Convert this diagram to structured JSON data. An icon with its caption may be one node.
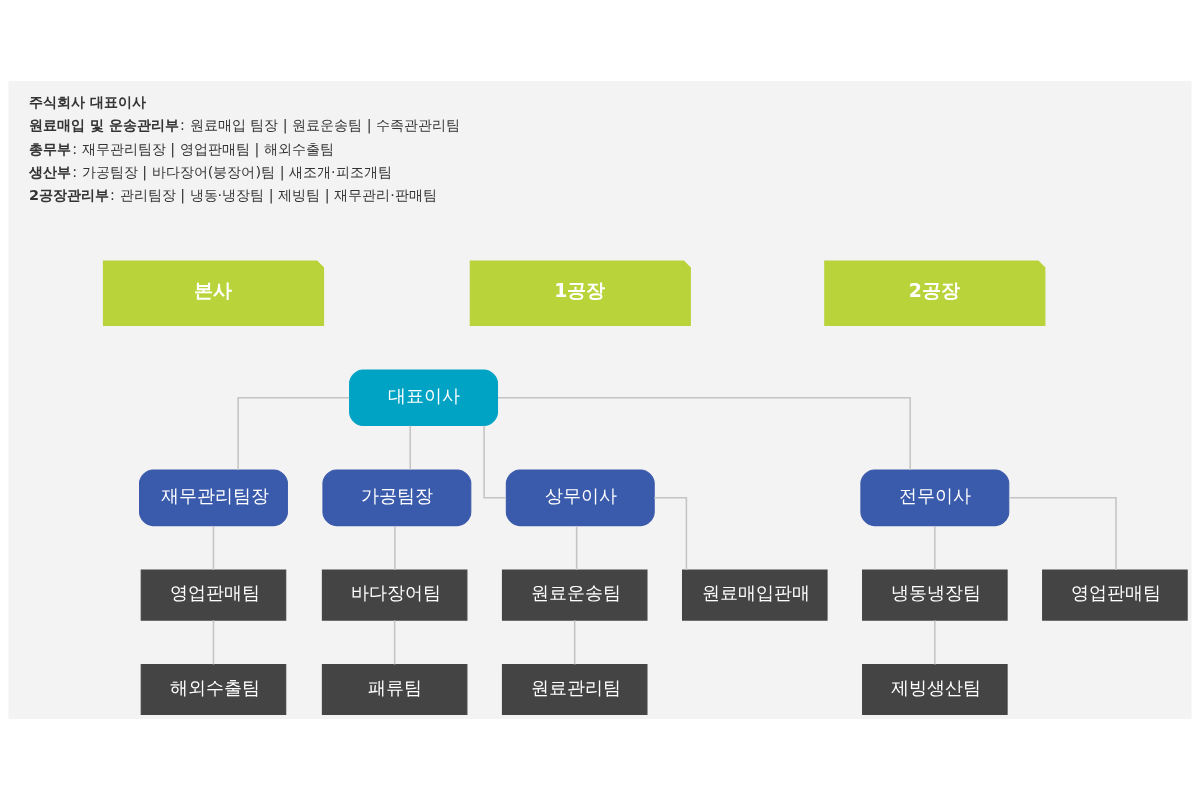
{
  "diagram": {
    "nodes": [
      {
        "text": [
          "본사"
        ]
      },
      {
        "text": [
          "1공장"
        ]
      },
      {
        "text": [
          "2공장"
        ]
      },
      {
        "text": [
          "대표이사"
        ]
      },
      {
        "text": [
          "재무관리팀장"
        ]
      },
      {
        "text": [
          "가공팀장"
        ]
      },
      {
        "text": [
          "상무이사"
        ]
      },
      {
        "text": [
          "전무이사"
        ]
      },
      {
        "text": [
          "영업판매팀"
        ]
      },
      {
        "text": [
          "바다장어팀"
        ]
      },
      {
        "text": [
          "원료운송팀"
        ]
      },
      {
        "text": [
          "원료매입판매"
        ]
      },
      {
        "text": [
          "냉동냉장팀"
        ]
      },
      {
        "text": [
          "영업판매팀"
        ]
      },
      {
        "text": [
          "해외수출팀"
        ]
      },
      {
        "text": [
          "패류팀"
        ]
      },
      {
        "text": [
          "원료관리팀"
        ]
      },
      {
        "text": [
          "제빙생산팀"
        ]
      }
    ],
    "edges": [
      {
        "from": 3,
        "to": 4,
        "arrow": "none"
      },
      {
        "from": 3,
        "to": 5,
        "arrow": "none"
      },
      {
        "from": 3,
        "to": 6,
        "arrow": "none"
      },
      {
        "from": 3,
        "to": 7,
        "arrow": "none"
      },
      {
        "from": 4,
        "to": 8,
        "arrow": "none"
      },
      {
        "from": 8,
        "to": 14,
        "arrow": "none"
      },
      {
        "from": 5,
        "to": 9,
        "arrow": "none"
      },
      {
        "from": 9,
        "to": 15,
        "arrow": "none"
      },
      {
        "from": 6,
        "to": 10,
        "arrow": "none"
      },
      {
        "from": 6,
        "to": 11,
        "arrow": "none"
      },
      {
        "from": 10,
        "to": 16,
        "arrow": "none"
      },
      {
        "from": 7,
        "to": 12,
        "arrow": "none"
      },
      {
        "from": 7,
        "to": 13,
        "arrow": "none"
      },
      {
        "from": 12,
        "to": 17,
        "arrow": "none"
      }
    ],
    "labels": [
      "주식회사 대표이사",
      "**원료매입 및 운송관리부**: 원료매입 팀장 | 원료운송팀 | 수족관관리팀",
      "**총무부**: 재무관리팀장 | 영업판매팀 | 해외수출팀",
      "**생산부**: 가공팀장 | 바다장어(붕장어)팀 | 새조개·피조개팀",
      "**2공장관리부**: 관리팀장 | 냉동·냉장팀 | 제빙팀 | 재무관리·판매팀"
    ]
  }
}
